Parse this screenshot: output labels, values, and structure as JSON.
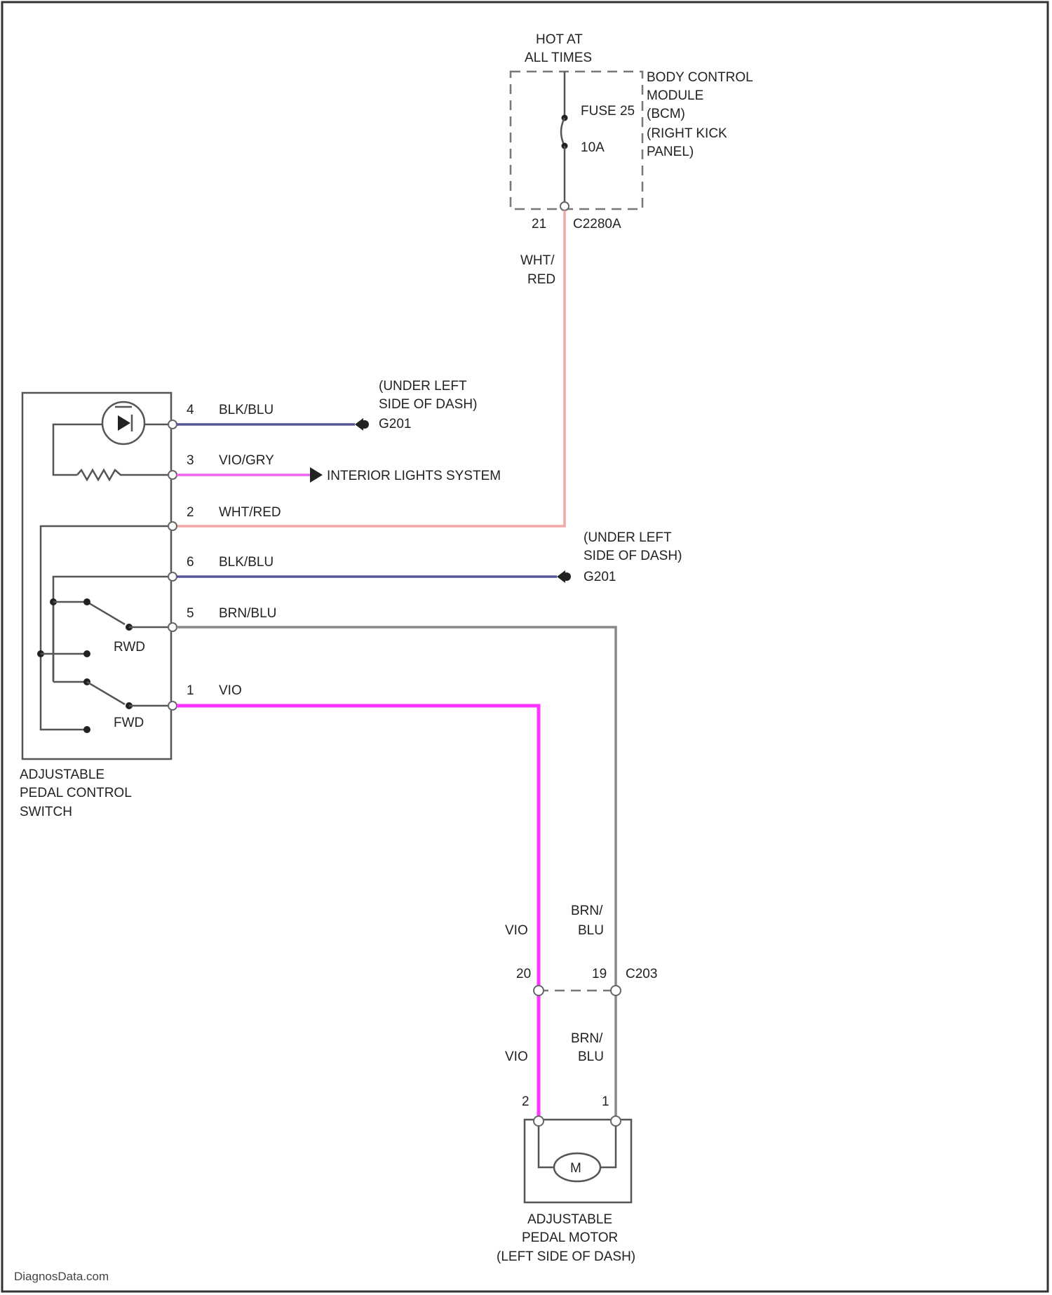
{
  "power": {
    "label_line1": "HOT AT",
    "label_line2": "ALL TIMES",
    "fuse_name": "FUSE 25",
    "fuse_rating": "10A",
    "connector_pin": "21",
    "connector_name": "C2280A",
    "wire_line1": "WHT/",
    "wire_line2": "RED"
  },
  "bcm": {
    "line1": "BODY CONTROL",
    "line2": "MODULE",
    "line3": "(BCM)",
    "line4": "(RIGHT KICK",
    "line5": "PANEL)"
  },
  "switch": {
    "label_line1": "ADJUSTABLE",
    "label_line2": "PEDAL CONTROL",
    "label_line3": "SWITCH",
    "rwd": "RWD",
    "fwd": "FWD"
  },
  "wires": [
    {
      "pin": "4",
      "color": "BLK/BLU"
    },
    {
      "pin": "3",
      "color": "VIO/GRY"
    },
    {
      "pin": "2",
      "color": "WHT/RED"
    },
    {
      "pin": "6",
      "color": "BLK/BLU"
    },
    {
      "pin": "5",
      "color": "BRN/BLU"
    },
    {
      "pin": "1",
      "color": "VIO"
    }
  ],
  "grounds": [
    {
      "line1": "(UNDER LEFT",
      "line2": "SIDE OF DASH)",
      "name": "G201"
    },
    {
      "line1": "(UNDER LEFT",
      "line2": "SIDE OF DASH)",
      "name": "G201"
    }
  ],
  "interior_lights": "INTERIOR LIGHTS SYSTEM",
  "c203": {
    "name": "C203",
    "pin_vio": "20",
    "pin_brn": "19",
    "upper_vio": "VIO",
    "upper_brn_line1": "BRN/",
    "upper_brn_line2": "BLU",
    "lower_vio": "VIO",
    "lower_brn_line1": "BRN/",
    "lower_brn_line2": "BLU"
  },
  "motor": {
    "pin_vio": "2",
    "pin_brn": "1",
    "symbol": "M",
    "label_line1": "ADJUSTABLE",
    "label_line2": "PEDAL MOTOR",
    "label_line3": "(LEFT SIDE OF DASH)"
  },
  "watermark": "DiagnosData.com",
  "colors": {
    "wht_red": "#f2a6a6",
    "blk_blu": "#55559a",
    "vio_gry": "#ee66ee",
    "vio": "#ff33ff",
    "brn_blu": "#888888"
  }
}
